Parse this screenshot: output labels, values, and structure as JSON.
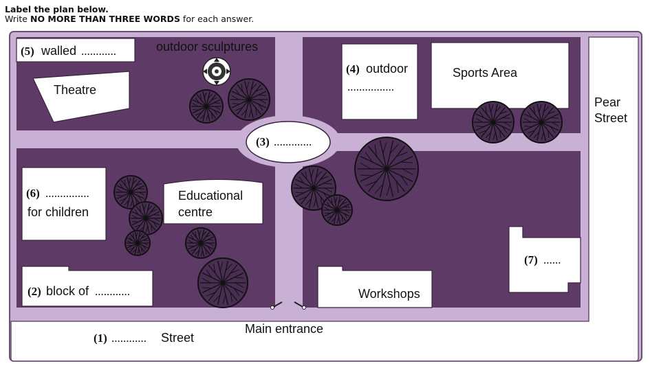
{
  "instructions": {
    "line1": "Label the plan below.",
    "line2_pre": "Write ",
    "line2_bold": "NO MORE THAN THREE WORDS",
    "line2_post": " for each answer."
  },
  "labels": {
    "q5_num": "(5)",
    "q5_text": "walled",
    "q5_dots": "............",
    "sculptures": "outdoor sculptures",
    "theatre": "Theatre",
    "q4_num": "(4)",
    "q4_text": "outdoor",
    "q4_dots": "................",
    "sports": "Sports Area",
    "pear_line1": "Pear",
    "pear_line2": "Street",
    "q3_num": "(3)",
    "q3_dots": ".............",
    "q6_num": "(6)",
    "q6_dots": "...............",
    "q6_text": "for children",
    "edu_line1": "Educational",
    "edu_line2": "centre",
    "q7_num": "(7)",
    "q7_dots": "......",
    "q2_num": "(2)",
    "q2_text": "block of",
    "q2_dots": "............",
    "workshops": "Workshops",
    "main_entrance": "Main entrance",
    "q1_num": "(1)",
    "q1_dots": "............",
    "q1_text": "Street"
  },
  "colors": {
    "block": "#5e3a66",
    "path": "#c9b1d6",
    "outline": "#3a2040"
  }
}
